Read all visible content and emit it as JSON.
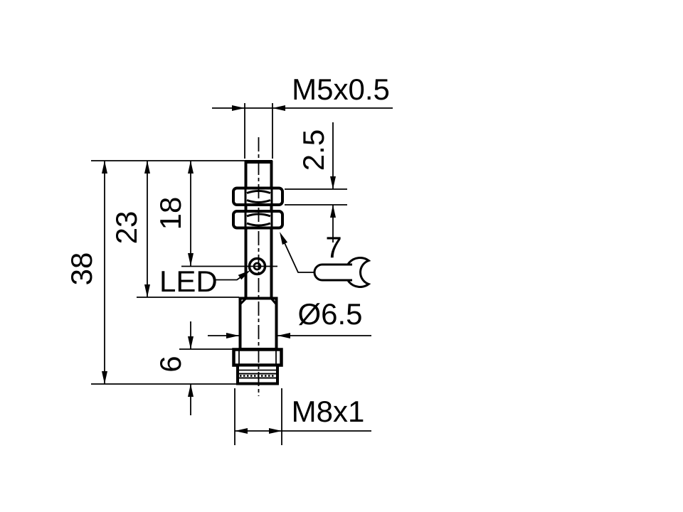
{
  "drawing": {
    "type": "technical-dimension-drawing",
    "colors": {
      "line": "#000000",
      "background": "#ffffff"
    },
    "labels": {
      "thread_top": "M5x0.5",
      "nut_thickness": "2.5",
      "wrench_size": "7",
      "led": "LED",
      "body_diameter": "Ø6.5",
      "thread_bottom": "M8x1",
      "overall_length": "38",
      "length_to_shoulder": "23",
      "length_to_led": "18",
      "connector_length": "6"
    }
  }
}
